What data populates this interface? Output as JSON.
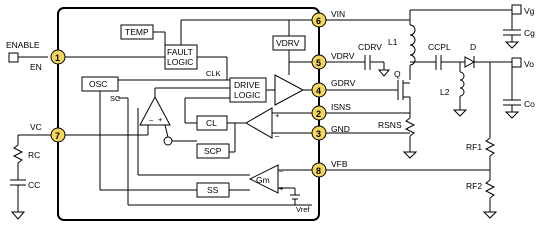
{
  "ic": {
    "blocks": {
      "temp": "TEMP",
      "fault_logic_l1": "FAULT",
      "fault_logic_l2": "LOGIC",
      "vdrv": "VDRV",
      "osc": "OSC",
      "sc": "SC",
      "clk": "CLK",
      "drive_logic_l1": "DRIVE",
      "drive_logic_l2": "LOGIC",
      "cl": "CL",
      "scp": "SCP",
      "ss": "SS",
      "gm": "Gm",
      "vref": "Vref",
      "plus": "+",
      "minus": "–"
    },
    "pins": [
      {
        "num": "1",
        "name": "EN"
      },
      {
        "num": "6",
        "name": "VIN"
      },
      {
        "num": "5",
        "name": "VDRV"
      },
      {
        "num": "4",
        "name": "GDRV"
      },
      {
        "num": "2",
        "name": "ISNS"
      },
      {
        "num": "3",
        "name": "GND"
      },
      {
        "num": "7",
        "name": "VC"
      },
      {
        "num": "8",
        "name": "VFB"
      }
    ]
  },
  "external": {
    "enable": "ENABLE",
    "vg": "Vg",
    "vo": "Vo",
    "cg": "Cg",
    "co": "Co",
    "l1": "L1",
    "l2": "L2",
    "ccpl": "CCPL",
    "d": "D",
    "q": "Q",
    "cdrv": "CDRV",
    "rsns": "RSNS",
    "rf1": "RF1",
    "rf2": "RF2",
    "rc": "RC",
    "cc": "CC"
  },
  "colors": {
    "pin_fill": "#f5d75c",
    "ink": "#000000"
  }
}
